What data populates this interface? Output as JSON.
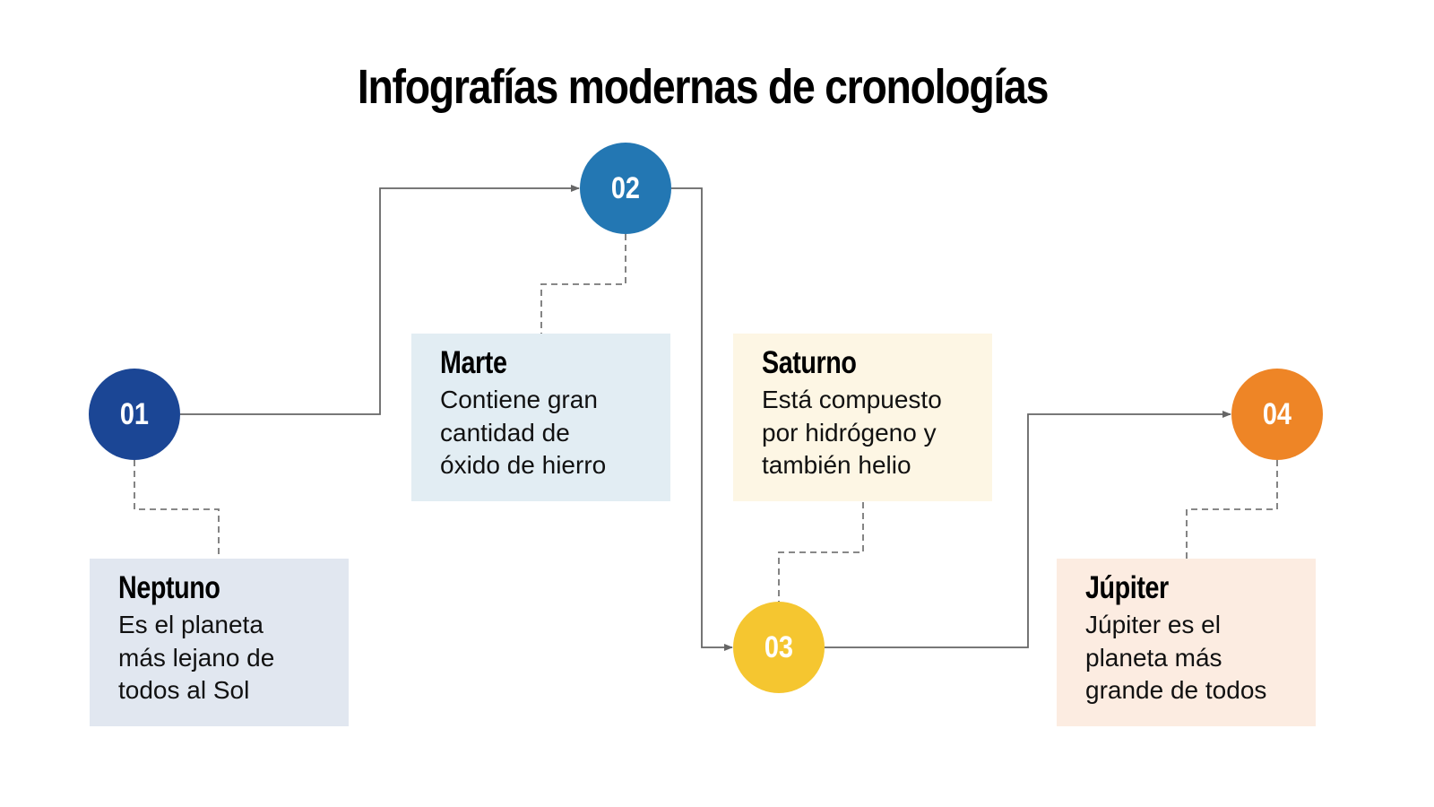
{
  "title": "Infografías modernas de cronologías",
  "colors": {
    "line": "#666666",
    "dash": "#777777",
    "step1": "#1b4695",
    "step2": "#2377b3",
    "step3": "#f5c630",
    "step4": "#ee8526"
  },
  "steps": [
    {
      "number": "01",
      "heading": "Neptuno",
      "body_lines": [
        "Es el planeta",
        "más lejano de",
        "todos al Sol"
      ],
      "circle_color": "#1b4695",
      "box_color": "#e1e7f0"
    },
    {
      "number": "02",
      "heading": "Marte",
      "body_lines": [
        "Contiene gran",
        "cantidad de",
        "óxido de hierro"
      ],
      "circle_color": "#2377b3",
      "box_color": "#e2edf3"
    },
    {
      "number": "03",
      "heading": "Saturno",
      "body_lines": [
        "Está compuesto",
        "por hidrógeno y",
        "también helio"
      ],
      "circle_color": "#f5c630",
      "box_color": "#fdf6e4"
    },
    {
      "number": "04",
      "heading": "Júpiter",
      "body_lines": [
        "Júpiter es el",
        "planeta más",
        "grande de todos"
      ],
      "circle_color": "#ee8526",
      "box_color": "#fcece1"
    }
  ]
}
